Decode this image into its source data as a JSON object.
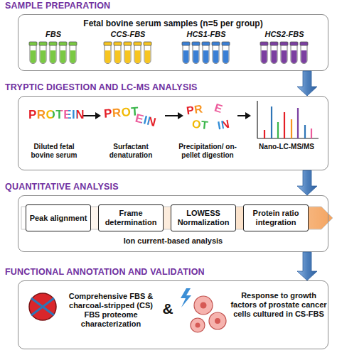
{
  "diagram": {
    "nodes": [
      {
        "text": [
          "SAMPLE PREPARATION",
          "Fetal bovine serum samples (n=5 per group)"
        ]
      },
      {
        "text": [
          "TRYPTIC DIGESTION AND LC-MS ANALYSIS"
        ]
      },
      {
        "text": [
          "QUANTITATIVE ANALYSIS",
          "Ion current-based analysis"
        ]
      },
      {
        "text": [
          "Peak alignment"
        ],
        "in": 2
      },
      {
        "text": [
          "Frame determination"
        ],
        "in": 2
      },
      {
        "text": [
          "LOWESS Normalization"
        ],
        "in": 2
      },
      {
        "text": [
          "Protein ratio integration"
        ],
        "in": 2
      },
      {
        "text": [
          "FUNCTIONAL ANNOTATION AND VALIDATION"
        ]
      }
    ],
    "edges": [
      {
        "from": 0,
        "to": 1,
        "arrow": "to"
      },
      {
        "from": 1,
        "to": 2,
        "arrow": "to"
      },
      {
        "from": 2,
        "to": 7,
        "arrow": "to"
      }
    ],
    "labels": [
      "FBS",
      "CCS-FBS",
      "HCS1-FBS",
      "HCS2-FBS",
      "PROTEIN",
      "PROT",
      "EIN",
      "PR",
      "OT",
      "E",
      "IN",
      "Diluted fetal bovine serum",
      "Surfactant denaturation",
      "Precipitation/ on-pellet digestion",
      "Nano-LC-MS/MS",
      "Comprehensive FBS & charcoal-stripped (CS) FBS proteome characterization",
      "&",
      "Response to growth factors of prostate cancer cells cultured in CS-FBS"
    ]
  }
}
